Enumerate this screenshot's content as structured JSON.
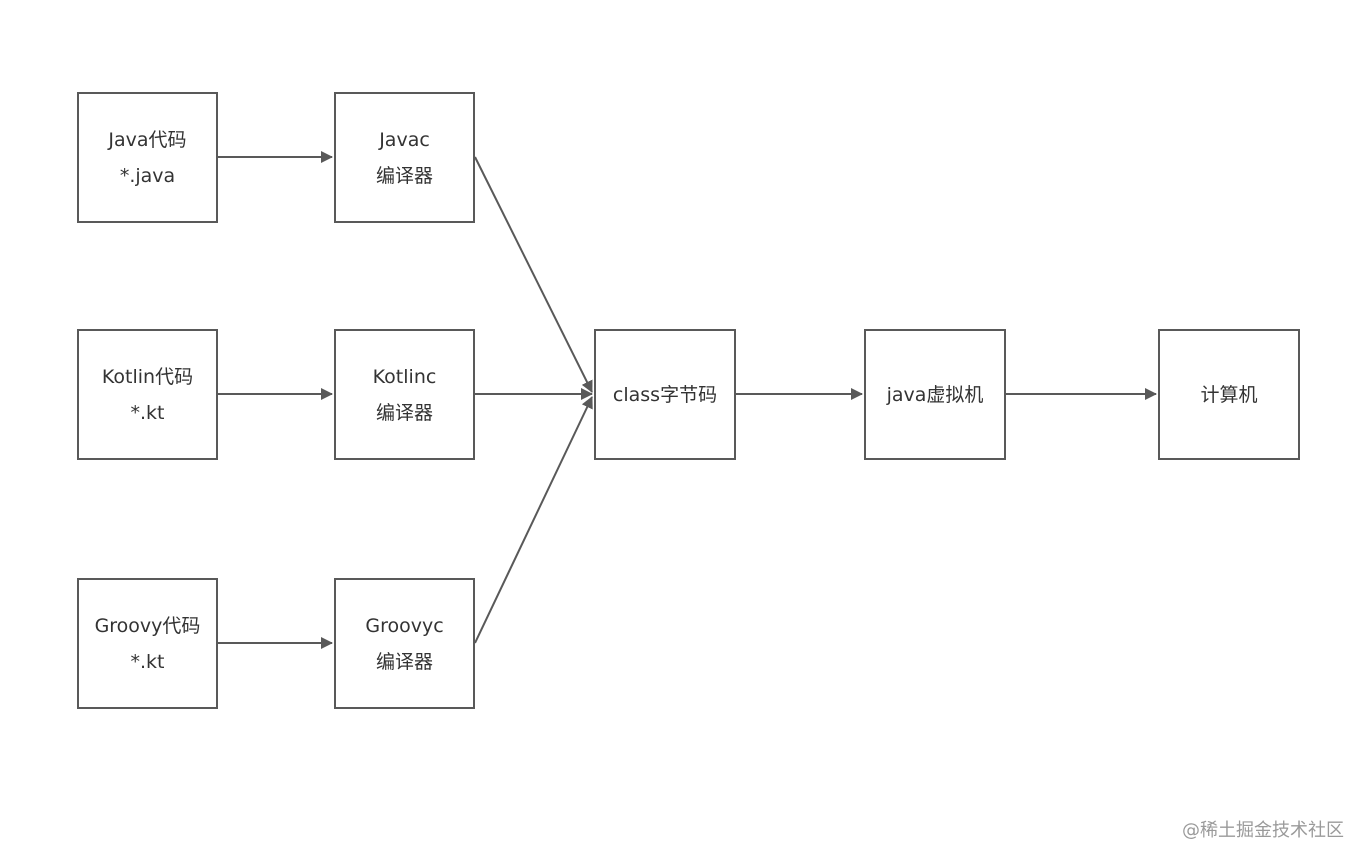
{
  "nodes": {
    "java_source": {
      "line1": "Java代码",
      "line2": "*.java"
    },
    "javac": {
      "line1": "Javac",
      "line2": "编译器"
    },
    "kotlin_source": {
      "line1": "Kotlin代码",
      "line2": "*.kt"
    },
    "kotlinc": {
      "line1": "Kotlinc",
      "line2": "编译器"
    },
    "groovy_source": {
      "line1": "Groovy代码",
      "line2": "*.kt"
    },
    "groovyc": {
      "line1": "Groovyc",
      "line2": "编译器"
    },
    "bytecode": {
      "label": "class字节码"
    },
    "jvm": {
      "label": "java虚拟机"
    },
    "computer": {
      "label": "计算机"
    }
  },
  "watermark": "@稀土掘金技术社区",
  "colors": {
    "stroke": "#595959",
    "text": "#333333",
    "watermark": "#9a9a9a"
  }
}
